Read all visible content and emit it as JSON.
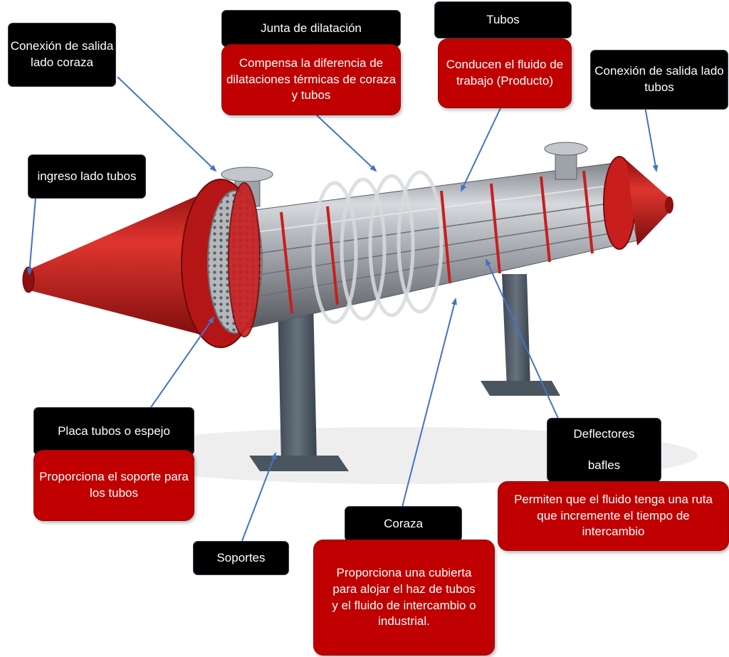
{
  "labels": {
    "conexion_salida_coraza": "Conexión de salida lado coraza",
    "junta_title": "Junta de dilatación",
    "junta_desc": "Compensa la diferencia de dilataciones térmicas de coraza y tubos",
    "tubos_title": "Tubos",
    "tubos_desc": "Conducen el fluido de trabajo (Producto)",
    "conexion_salida_tubos": "Conexión de salida lado tubos",
    "ingreso_tubos": "ingreso lado tubos",
    "placa_title": "Placa tubos o espejo",
    "placa_desc": "Proporciona el soporte para los tubos",
    "deflectores_title": "Deflectores",
    "deflectores_sub": "bafles",
    "deflectores_desc": "Permiten que el fluido tenga una ruta que incremente el tiempo de intercambio",
    "coraza_title": "Coraza",
    "coraza_desc": "Proporciona una cubierta para alojar el haz de tubos y el fluido de intercambio o industrial.",
    "soportes": "Soportes"
  },
  "colors": {
    "accent_red": "#c00000",
    "label_black": "#000000",
    "arrow_blue": "#4472c4",
    "equipment_red": "#c81e1e",
    "steel": "#a9acb1"
  }
}
